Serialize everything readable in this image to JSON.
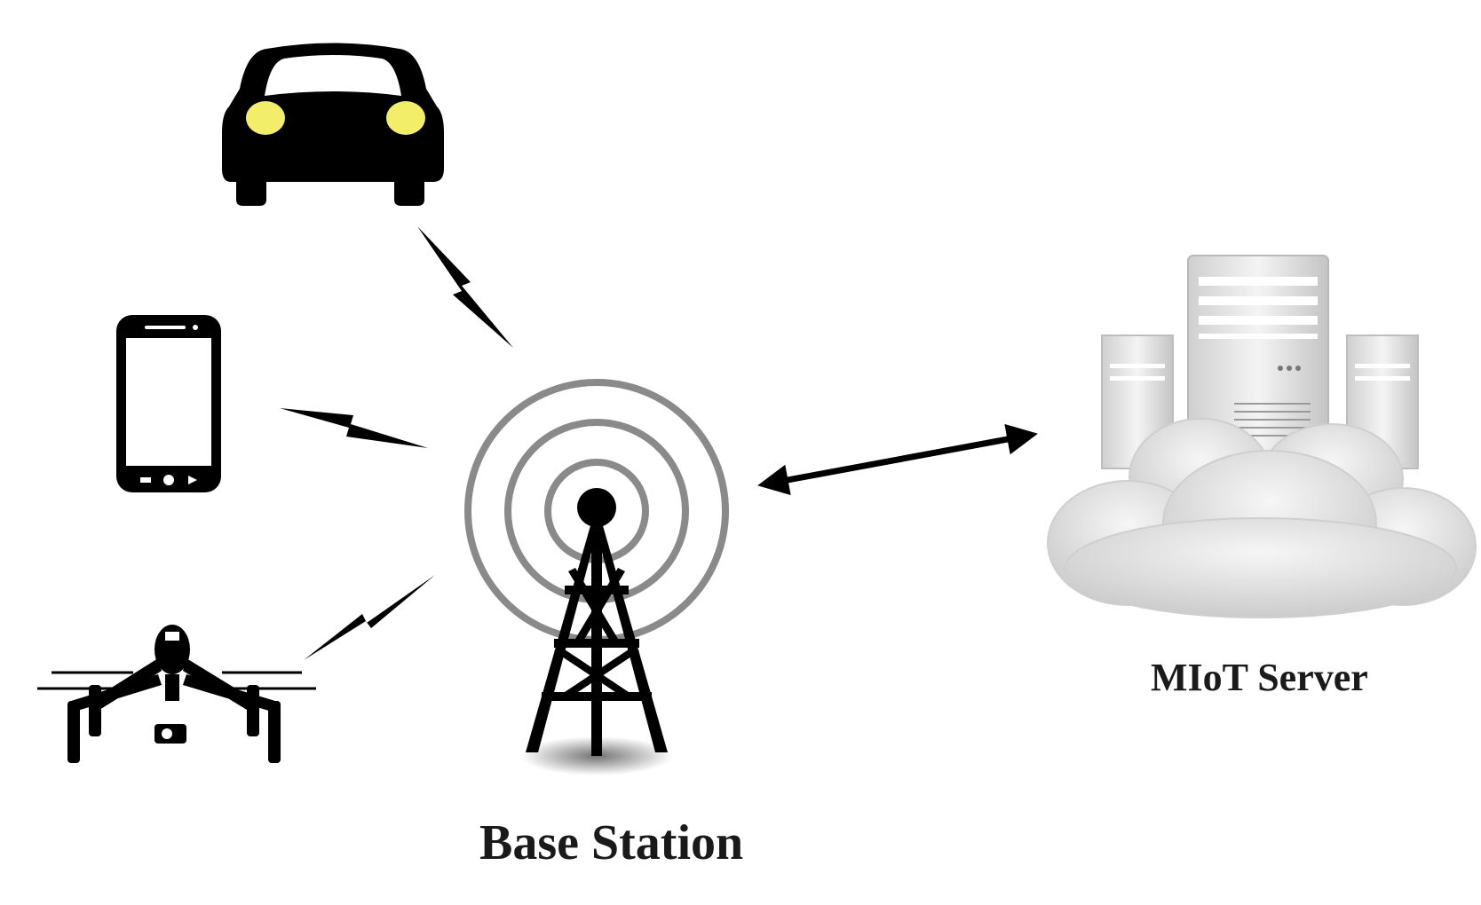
{
  "labels": {
    "base_station": "Base Station",
    "server": "MIoT Server"
  },
  "nodes": [
    {
      "id": "car",
      "icon": "car-icon"
    },
    {
      "id": "smartphone",
      "icon": "smartphone-icon"
    },
    {
      "id": "drone",
      "icon": "drone-icon"
    },
    {
      "id": "base-station",
      "icon": "cell-tower-icon"
    },
    {
      "id": "miot-server",
      "icon": "cloud-server-icon"
    }
  ],
  "links": [
    {
      "from": "car",
      "to": "base-station",
      "kind": "wireless"
    },
    {
      "from": "smartphone",
      "to": "base-station",
      "kind": "wireless"
    },
    {
      "from": "drone",
      "to": "base-station",
      "kind": "wireless"
    },
    {
      "from": "base-station",
      "to": "miot-server",
      "kind": "bidirectional"
    }
  ],
  "colors": {
    "ink": "#000000",
    "headlight": "#f2ee6a",
    "signal_ring": "#8a8a8a",
    "cloud": "#dedede",
    "server": "#e8e8e8"
  }
}
